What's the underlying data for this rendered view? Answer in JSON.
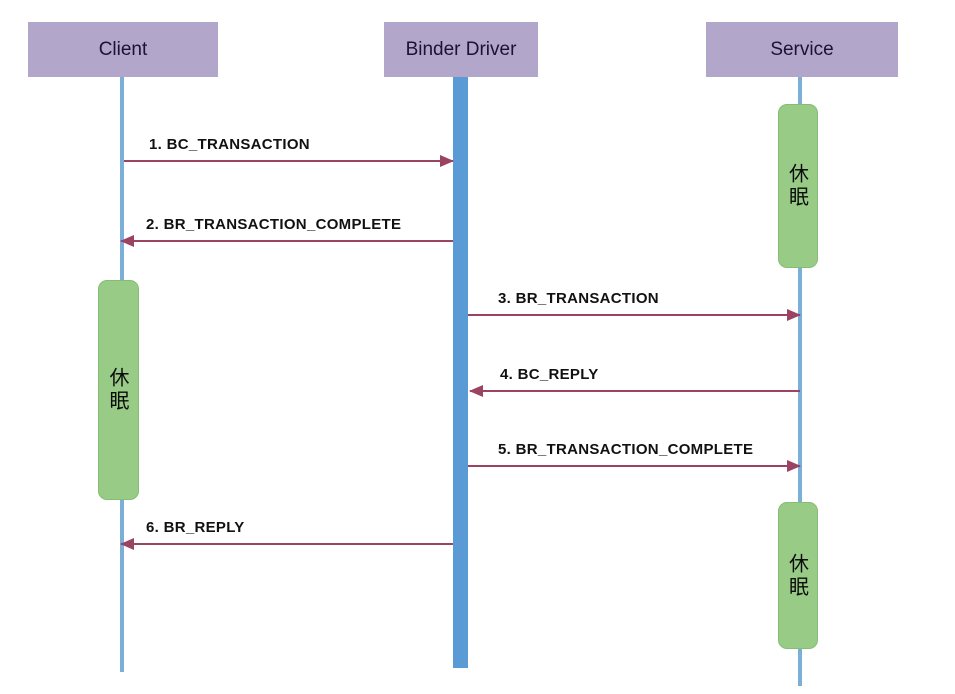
{
  "actors": [
    {
      "name": "Client"
    },
    {
      "name": "Binder Driver"
    },
    {
      "name": "Service"
    }
  ],
  "activations": [
    {
      "actor": "Service",
      "label": "休眠"
    },
    {
      "actor": "Client",
      "label": "休眠"
    },
    {
      "actor": "Service",
      "label": "休眠"
    }
  ],
  "messages": [
    {
      "label": "1. BC_TRANSACTION",
      "from": "Client",
      "to": "Binder Driver",
      "direction": "right"
    },
    {
      "label": "2. BR_TRANSACTION_COMPLETE",
      "from": "Binder Driver",
      "to": "Client",
      "direction": "left"
    },
    {
      "label": "3. BR_TRANSACTION",
      "from": "Binder Driver",
      "to": "Service",
      "direction": "right"
    },
    {
      "label": "4. BC_REPLY",
      "from": "Service",
      "to": "Binder Driver",
      "direction": "left"
    },
    {
      "label": "5. BR_TRANSACTION_COMPLETE",
      "from": "Binder Driver",
      "to": "Service",
      "direction": "right"
    },
    {
      "label": "6. BR_REPLY",
      "from": "Binder Driver",
      "to": "Client",
      "direction": "left"
    }
  ],
  "colors": {
    "actor_box": "#b3a6cb",
    "actor_text": "#1a1333",
    "lifeline": "#7bafd8",
    "driver_bar": "#5b9bd5",
    "activation": "#98cb86",
    "activation_border": "#86bd74",
    "arrow": "#9c4263",
    "label_text": "#111111",
    "background": "#ffffff"
  }
}
